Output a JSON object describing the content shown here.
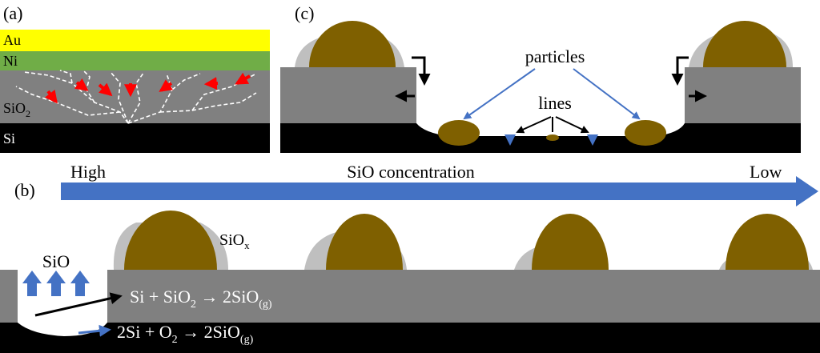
{
  "panels": {
    "a": {
      "label": "(a)",
      "layers": {
        "au": "Au",
        "ni": "Ni",
        "sio2": "SiO",
        "sio2_sub": "2",
        "si": "Si"
      }
    },
    "b": {
      "label": "(b)",
      "gradient": {
        "high": "High",
        "center": "SiO concentration",
        "low": "Low"
      },
      "sio_label": "SiO",
      "siox_label": "SiO",
      "siox_sub": "x",
      "reaction1": {
        "part1": "Si + SiO",
        "sub1": "2",
        "part2": " → 2SiO",
        "sub2": "(g)"
      },
      "reaction2": {
        "part1": "2Si + O",
        "sub1": "2",
        "part2": " → 2SiO",
        "sub2": "(g)"
      }
    },
    "c": {
      "label": "(c)",
      "particles_label": "particles",
      "lines_label": "lines"
    }
  },
  "colors": {
    "au": "#FFFF00",
    "ni": "#70AD47",
    "oxide": "#808080",
    "silicon": "#000000",
    "particle": "#7F6000",
    "shell": "#BFBFBF",
    "arrow_blue": "#4472C4",
    "crack": "#FFFFFF",
    "red_arrow": "#FF0000"
  }
}
